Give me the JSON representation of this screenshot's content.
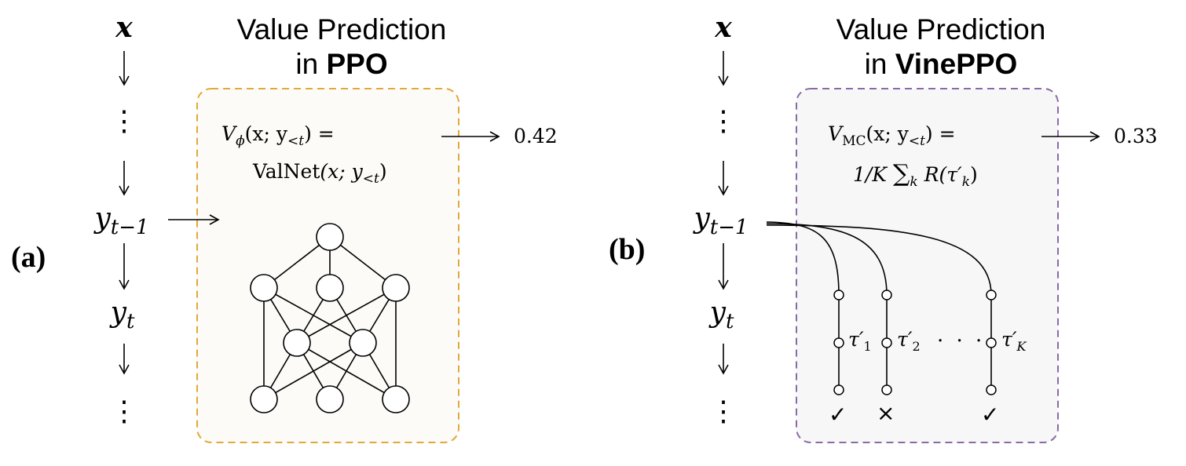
{
  "panel_a": {
    "label": "(a)",
    "title_line1": "Value Prediction",
    "title_line2_prefix": "in ",
    "title_line2_method": "PPO",
    "sequence": {
      "x": "x",
      "y_prev": "y",
      "y_prev_sub": "t−1",
      "y_t": "y",
      "y_t_sub": "t"
    },
    "formula_line1": {
      "lhs": "V",
      "hat_sub": "ϕ",
      "args": "(x; y",
      "args_sub": "<t",
      "eq": ") ="
    },
    "formula_line2": {
      "fn": "ValNet",
      "args": "(x; y",
      "args_sub": "<t",
      "close": ")"
    },
    "output_value": "0.42",
    "box_color": "#e0a93a",
    "box_fill": "#fcfbf7"
  },
  "panel_b": {
    "label": "(b)",
    "title_line1": "Value Prediction",
    "title_line2_prefix": "in ",
    "title_line2_method": "VinePPO",
    "sequence": {
      "x": "x",
      "y_prev": "y",
      "y_prev_sub": "t−1",
      "y_t": "y",
      "y_t_sub": "t"
    },
    "formula_line1": {
      "lhs": "V",
      "hat_sub": "MC",
      "args": "(x; y",
      "args_sub": "<t",
      "eq": ") ="
    },
    "formula_line2": {
      "prefix": "1/K ",
      "sum": "∑",
      "sum_sub": "k",
      "fn": " R(τ′",
      "fn_sub": "k",
      "close": ")"
    },
    "output_value": "0.33",
    "rollouts": [
      {
        "tau": "τ′",
        "tau_sub": "1",
        "result": "✓"
      },
      {
        "tau": "τ′",
        "tau_sub": "2",
        "result": "×"
      },
      {
        "tau": "τ′",
        "tau_sub": "K",
        "result": "✓"
      }
    ],
    "ellipsis": "· · ·",
    "box_color": "#8a6aa6",
    "box_fill": "#f7f7f7"
  },
  "vdots": "⋮"
}
